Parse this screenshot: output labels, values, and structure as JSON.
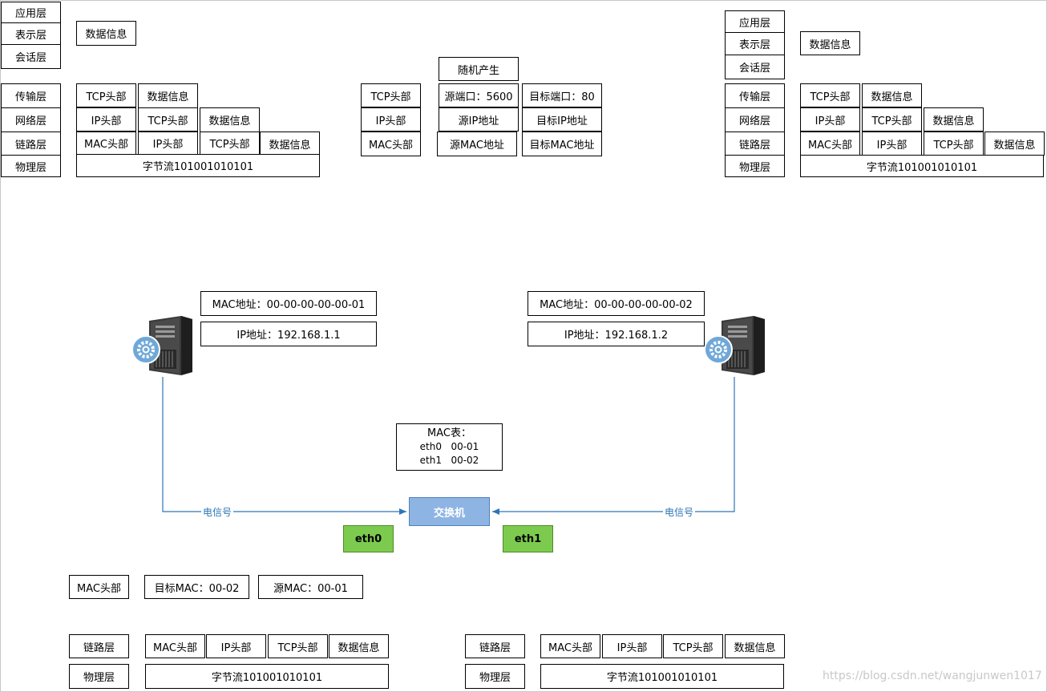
{
  "layers": {
    "application": "应用层",
    "presentation": "表示层",
    "session": "会话层",
    "transport": "传输层",
    "network": "网络层",
    "link": "链路层",
    "physical": "物理层"
  },
  "packet": {
    "data": "数据信息",
    "tcp_header": "TCP头部",
    "ip_header": "IP头部",
    "mac_header": "MAC头部",
    "bytestream": "字节流101001010101"
  },
  "headers_detail": {
    "random": "随机产生",
    "src_port": "源端口：5600",
    "dst_port": "目标端口：80",
    "src_ip": "源IP地址",
    "dst_ip": "目标IP地址",
    "src_mac": "源MAC地址",
    "dst_mac": "目标MAC地址"
  },
  "host_a": {
    "mac": "MAC地址：00-00-00-00-00-01",
    "ip": "IP地址：192.168.1.1"
  },
  "host_b": {
    "mac": "MAC地址：00-00-00-00-00-02",
    "ip": "IP地址：192.168.1.2"
  },
  "mac_table": {
    "title": "MAC表：",
    "row1": "eth0   00-01",
    "row2": "eth1   00-02"
  },
  "switch": {
    "label": "交换机",
    "port0": "eth0",
    "port1": "eth1",
    "signal": "电信号"
  },
  "frame_header": {
    "mac_header": "MAC头部",
    "dst_mac": "目标MAC：00-02",
    "src_mac": "源MAC：00-01"
  },
  "watermark": "https://blog.csdn.net/wangjunwen1017",
  "colors": {
    "switch_fill": "#8eb4e3",
    "port_fill": "#7ccb4e",
    "link_line": "#2e75b6"
  }
}
